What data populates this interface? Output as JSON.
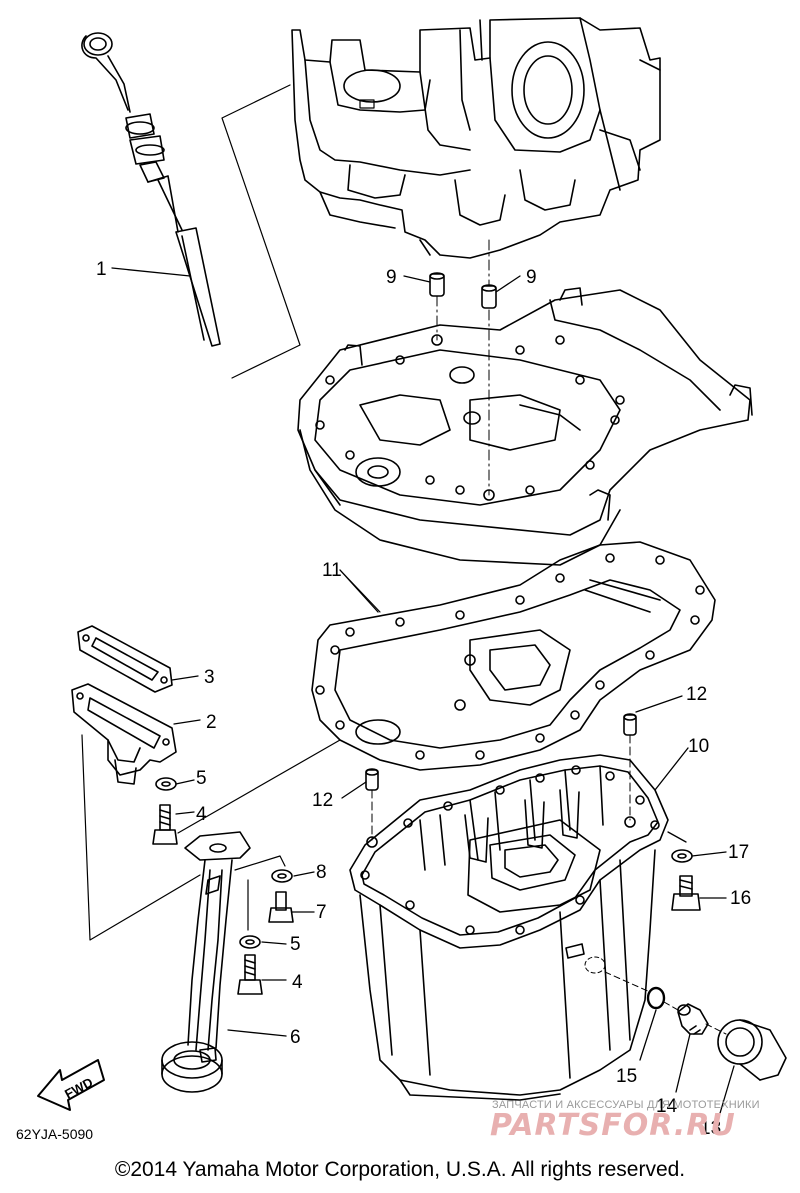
{
  "callouts": {
    "c1": "1",
    "c2": "2",
    "c3": "3",
    "c4a": "4",
    "c4b": "4",
    "c5a": "5",
    "c5b": "5",
    "c6": "6",
    "c7": "7",
    "c8": "8",
    "c9a": "9",
    "c9b": "9",
    "c10": "10",
    "c11": "11",
    "c12a": "12",
    "c12b": "12",
    "c13": "13",
    "c14": "14",
    "c15": "15",
    "c16": "16",
    "c17": "17"
  },
  "diagram_code": "62YJA-5090",
  "fwd_label": "FWD",
  "watermark": {
    "small": "ЗАПЧАСТИ И АКСЕССУАРЫ ДЛЯ МОТОТЕХНИКИ",
    "big": "PARTSFOR.RU"
  },
  "copyright": "©2014 Yamaha Motor Corporation, U.S.A. All rights reserved."
}
